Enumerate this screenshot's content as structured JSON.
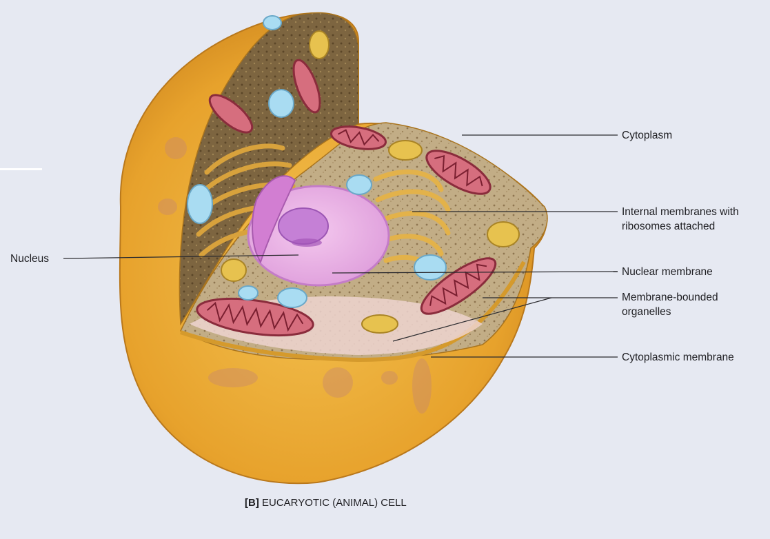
{
  "labels": {
    "cytoplasm": "Cytoplasm",
    "internal_membranes_line1": "Internal membranes with",
    "internal_membranes_line2": "ribosomes attached",
    "nucleus": "Nucleus",
    "nuclear_membrane": "Nuclear membrane",
    "membrane_bounded_line1": "Membrane-bounded",
    "membrane_bounded_line2": "organelles",
    "cytoplasmic_membrane": "Cytoplasmic membrane"
  },
  "caption": {
    "tag": "[B]",
    "text": "EUCARYOTIC (ANIMAL) CELL"
  },
  "colors": {
    "background": "#e6e9f2",
    "membrane": "#e8a430",
    "cytoplasm": "#c9b48a",
    "nucleus": "#e9a8e0",
    "nucleolus": "#b869c9",
    "mitochondria": "#d9707e",
    "golgi": "#e0b04a",
    "vacuole": "#a9dcf2"
  }
}
